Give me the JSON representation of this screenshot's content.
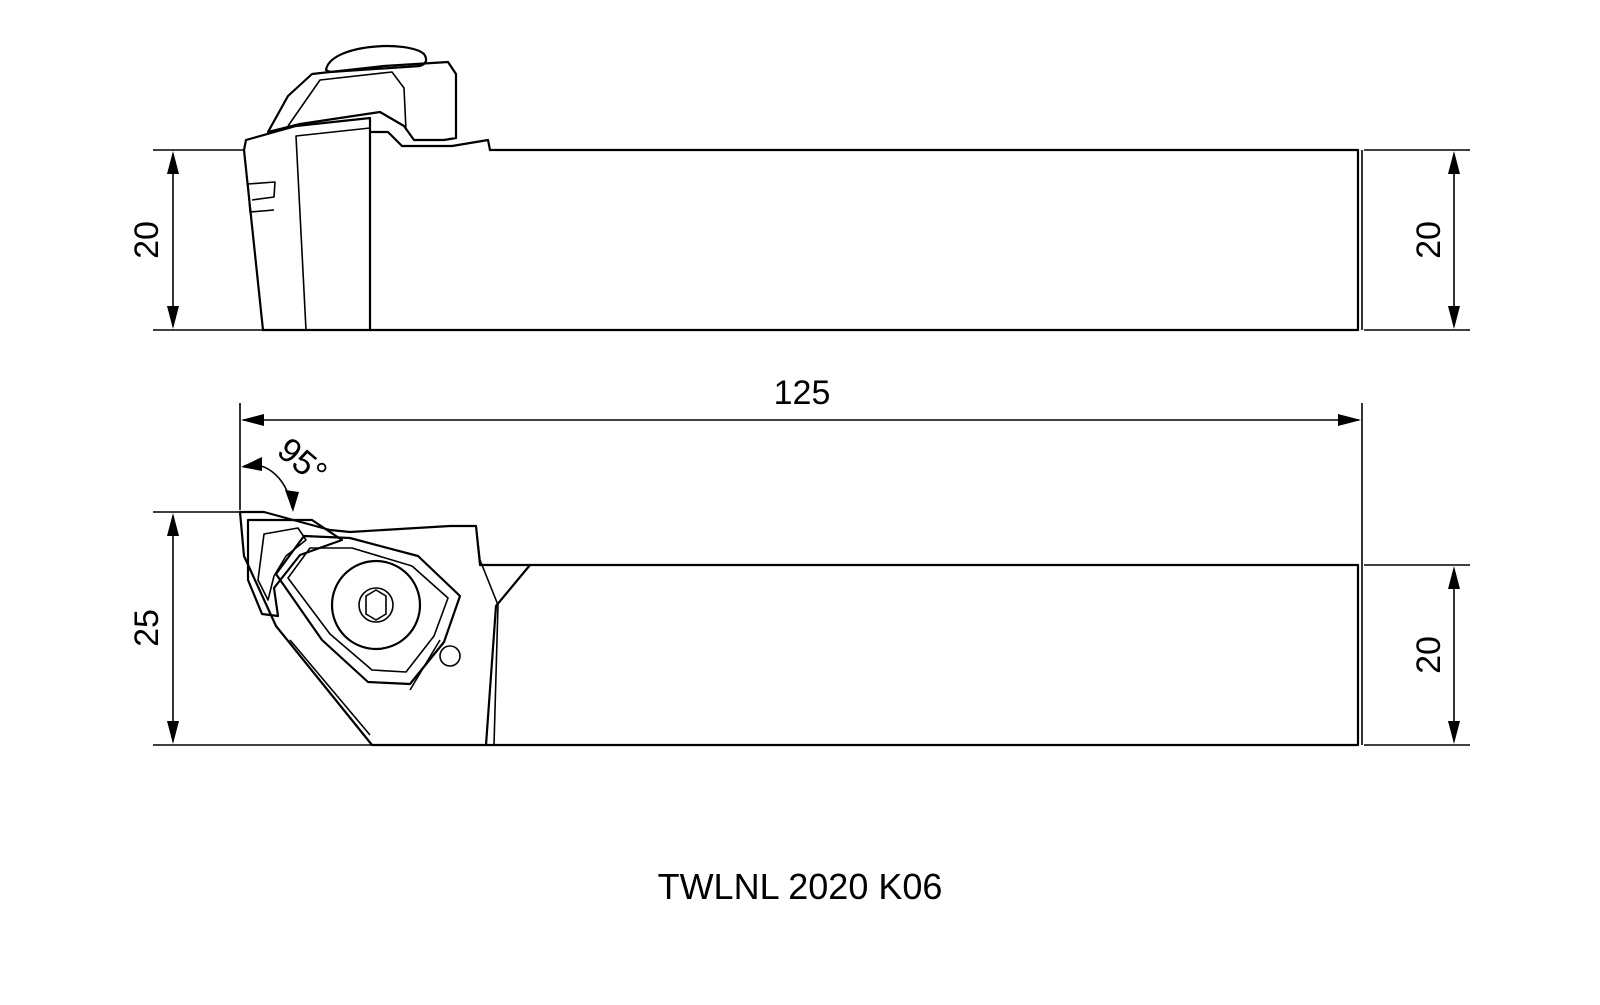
{
  "title": "TWLNL 2020 K06",
  "dimensions": {
    "side_view_height_left": "20",
    "side_view_height_right": "20",
    "overall_length": "125",
    "lead_angle": "95°",
    "top_view_width_head": "25",
    "top_view_width_shank": "20"
  }
}
